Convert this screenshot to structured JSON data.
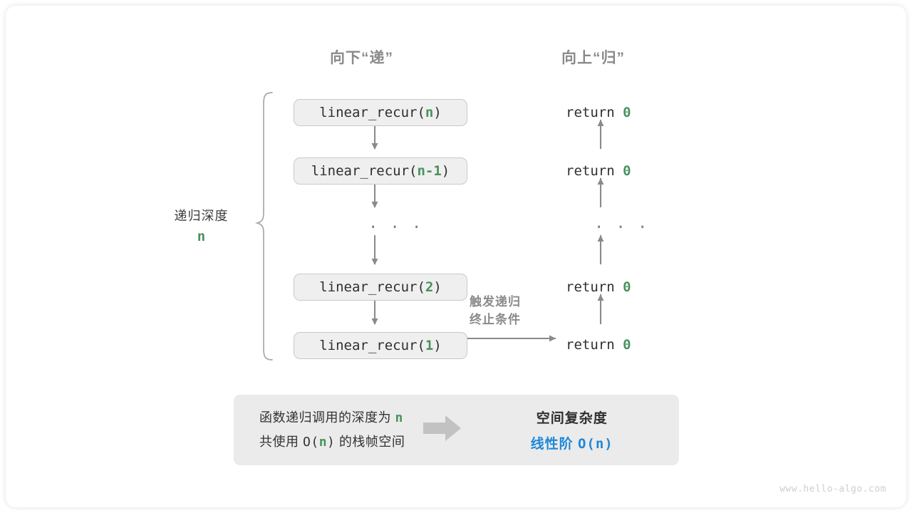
{
  "headers": {
    "down": "向下“递”",
    "up": "向上“归”"
  },
  "call_stack": [
    {
      "prefix": "linear_recur(",
      "arg": "n",
      "suffix": ")"
    },
    {
      "prefix": "linear_recur(",
      "arg": "n-1",
      "suffix": ")"
    },
    {
      "prefix": "linear_recur(",
      "arg": "2",
      "suffix": ")"
    },
    {
      "prefix": "linear_recur(",
      "arg": "1",
      "suffix": ")"
    }
  ],
  "returns": [
    {
      "keyword": "return",
      "value": "0"
    },
    {
      "keyword": "return",
      "value": "0"
    },
    {
      "keyword": "return",
      "value": "0"
    },
    {
      "keyword": "return",
      "value": "0"
    }
  ],
  "ellipsis": "· · ·",
  "depth": {
    "label": "递归深度",
    "symbol": "n"
  },
  "trigger_note": {
    "line1": "触发递归",
    "line2": "终止条件"
  },
  "summary": {
    "left_line1_a": "函数递归调用的深度为 ",
    "left_line1_n": "n",
    "left_line2_a": "共使用 ",
    "left_line2_b": "O(",
    "left_line2_n": "n",
    "left_line2_c": ")",
    "left_line2_d": " 的栈帧空间",
    "right_title": "空间复杂度",
    "right_value_label": "线性阶",
    "right_value_formula": "O(n)"
  },
  "watermark": "www.hello-algo.com",
  "colors": {
    "accent_green": "#49915e",
    "accent_blue": "#1e88d8",
    "arrow_gray": "#8a8a8a",
    "box_fill": "#efefef",
    "panel_fill": "#ebebeb"
  }
}
